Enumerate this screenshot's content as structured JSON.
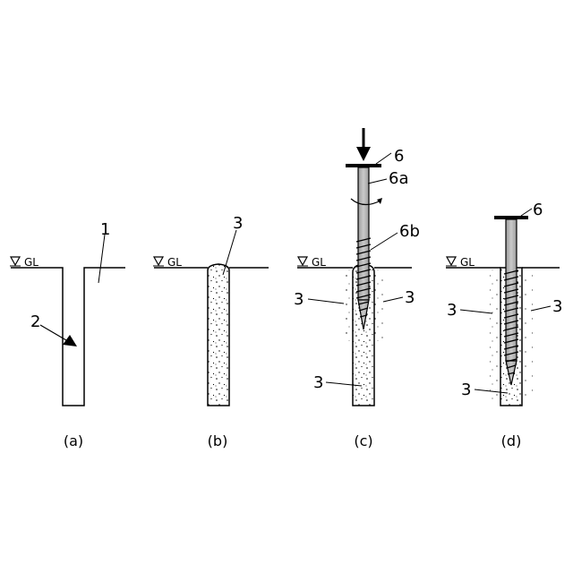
{
  "ground_label": "GL",
  "panels": [
    {
      "caption": "(a)",
      "labels": {
        "ground": "1",
        "hole": "2"
      }
    },
    {
      "caption": "(b)",
      "labels": {
        "filler": "3"
      }
    },
    {
      "caption": "(c)",
      "labels": {
        "pile": "6",
        "shaft": "6a",
        "blade": "6b",
        "filler_left": "3",
        "filler_right": "3",
        "filler_bottom": "3"
      }
    },
    {
      "caption": "(d)",
      "labels": {
        "pile": "6",
        "filler_left": "3",
        "filler_right": "3",
        "filler_bottom": "3"
      }
    }
  ]
}
